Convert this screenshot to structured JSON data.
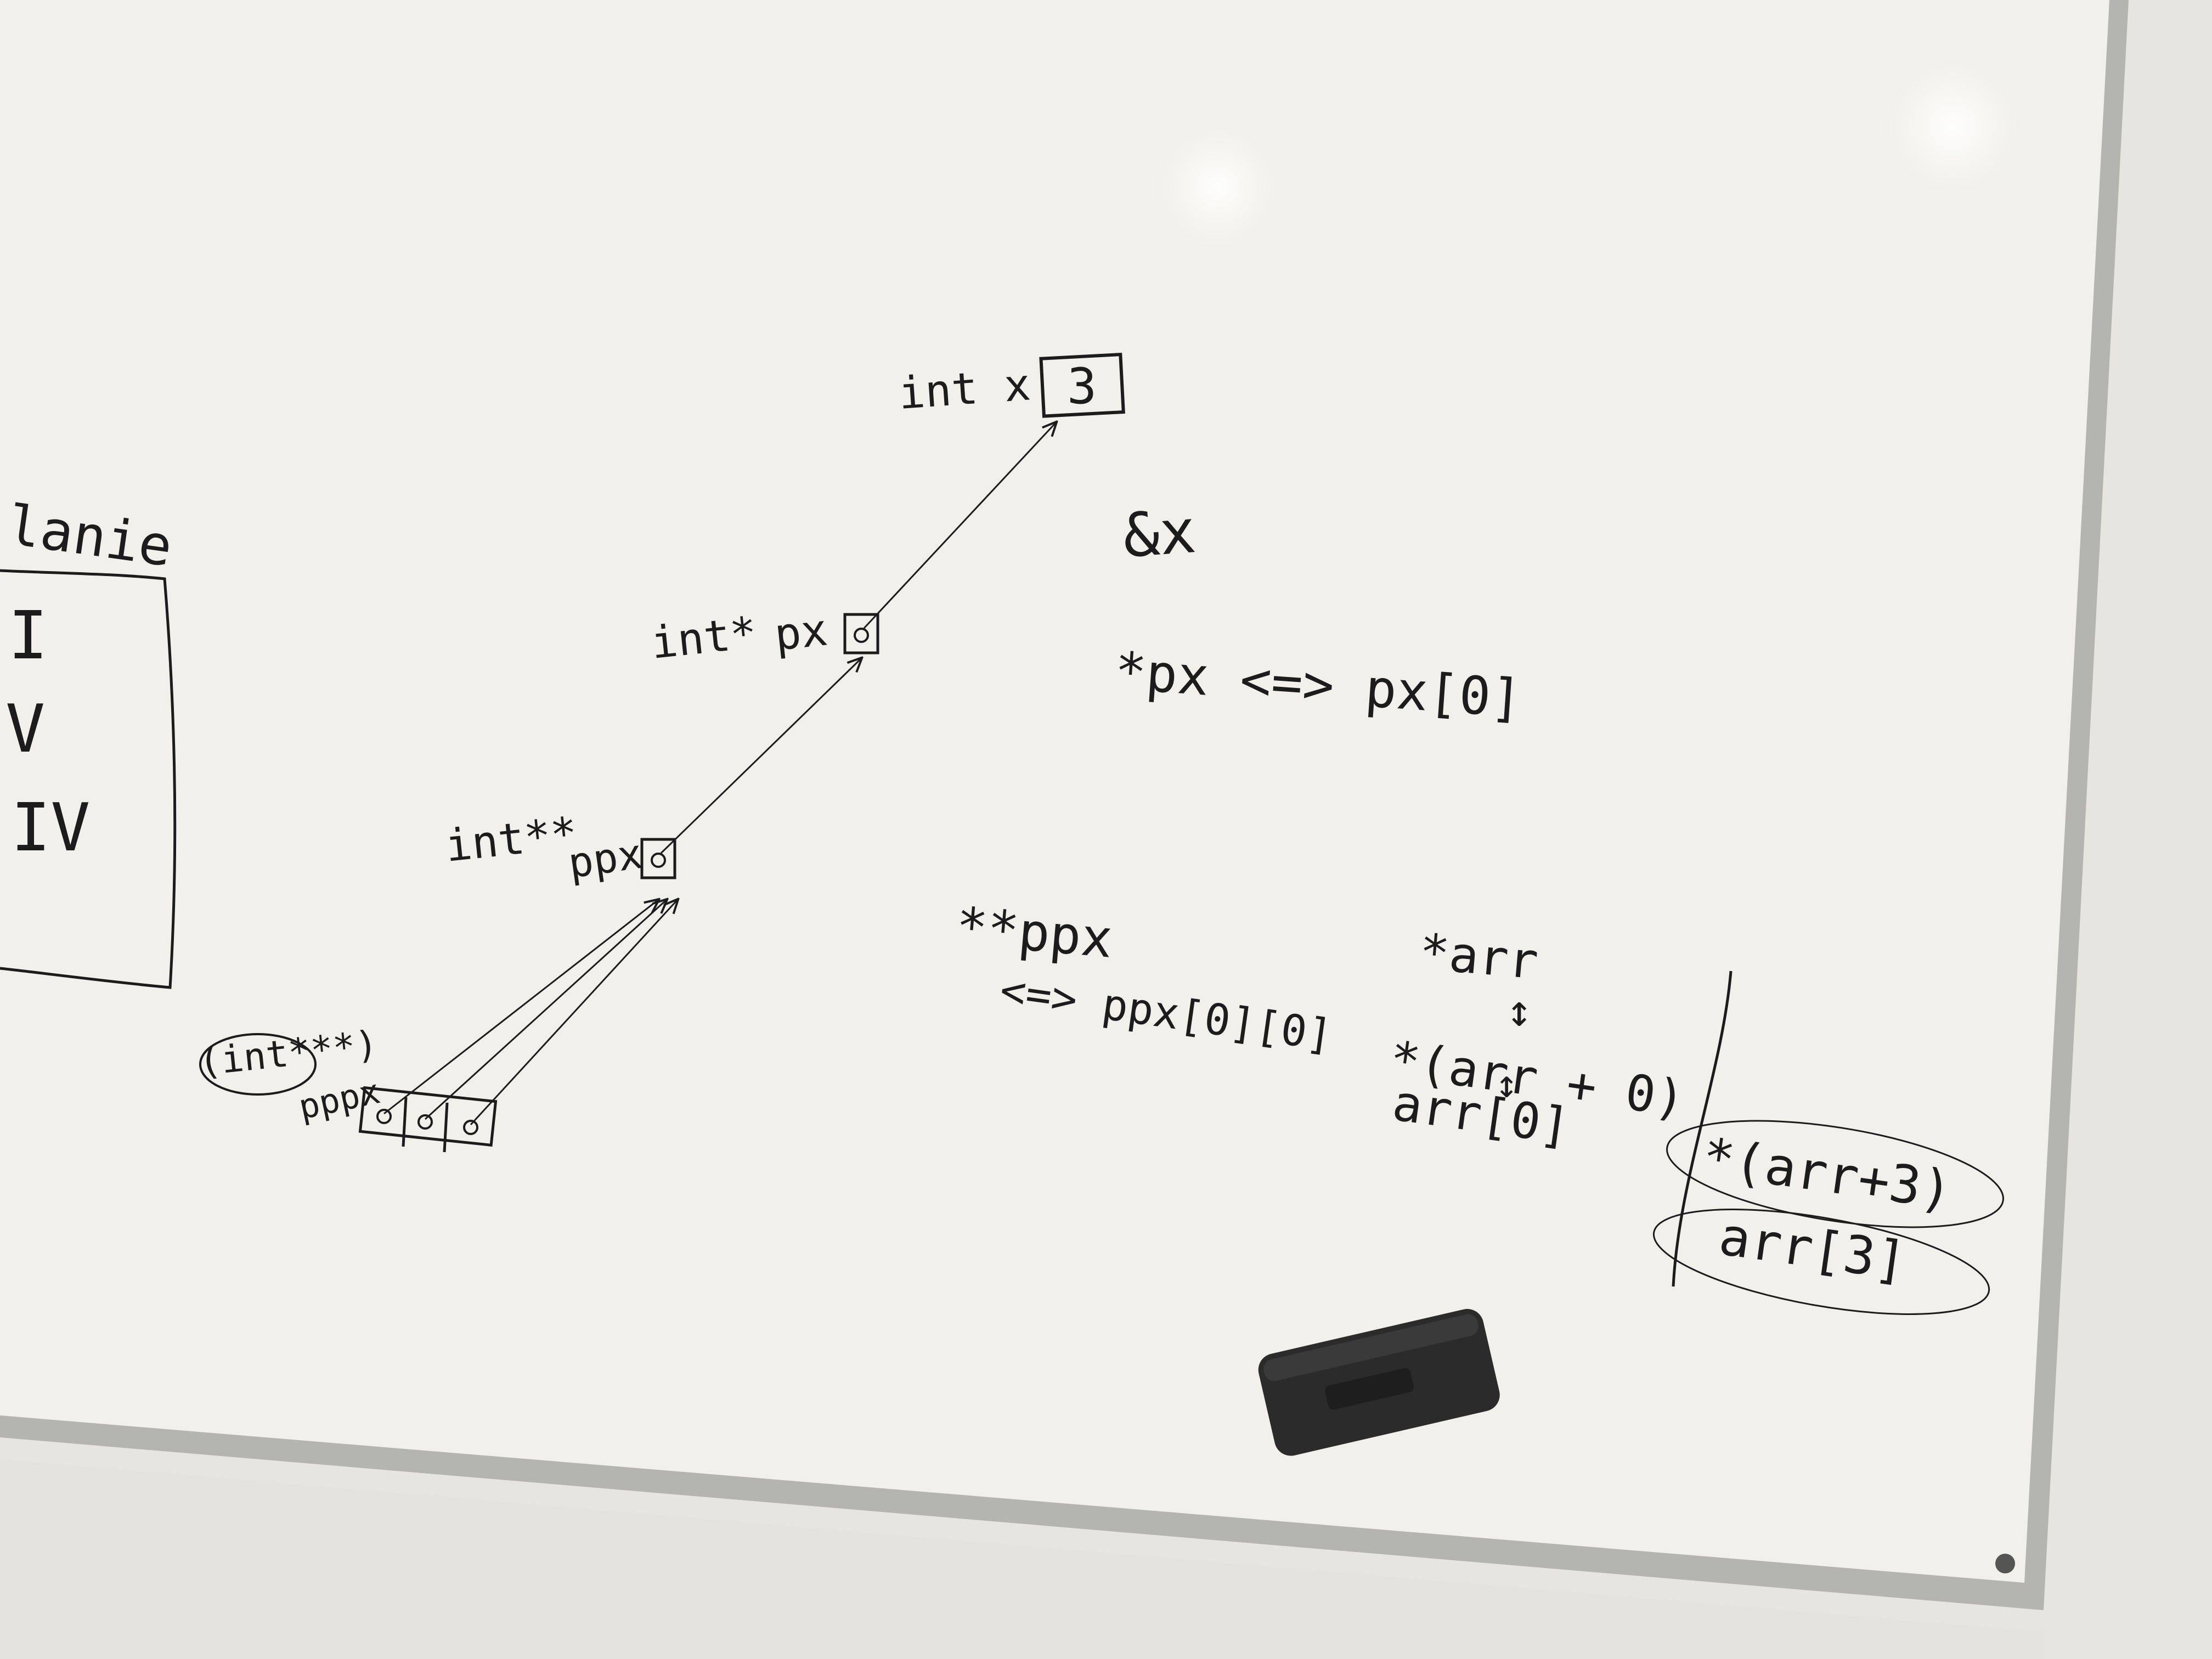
{
  "colors": {
    "board": "#f1f0ea",
    "wall": "#e9e8e3",
    "frame": "#a9a9a6",
    "ink": "#1c1c1c",
    "eraser": "#2b2b2b"
  },
  "left_edge": {
    "heading_fragment": "lanie",
    "list": [
      "I",
      "V",
      "IV"
    ]
  },
  "diagram": {
    "x_label": "int x",
    "x_value": "3",
    "px_type": "int*",
    "px_name": "px",
    "ppx_type": "int**",
    "ppx_name": "ppx",
    "pppx_type": "(int***)",
    "pppx_name": "pppx"
  },
  "notes": {
    "address_of": "&x",
    "deref_px": "*px <=> px[0]",
    "deref_ppx": "**ppx",
    "deref_ppx_eq": "<=> ppx[0][0]",
    "arr_1": "*arr",
    "arr_2": "*(arr + 0)",
    "arr_3": "arr[0]",
    "arr_4": "*(arr+3)",
    "arr_5": "arr[3]"
  }
}
